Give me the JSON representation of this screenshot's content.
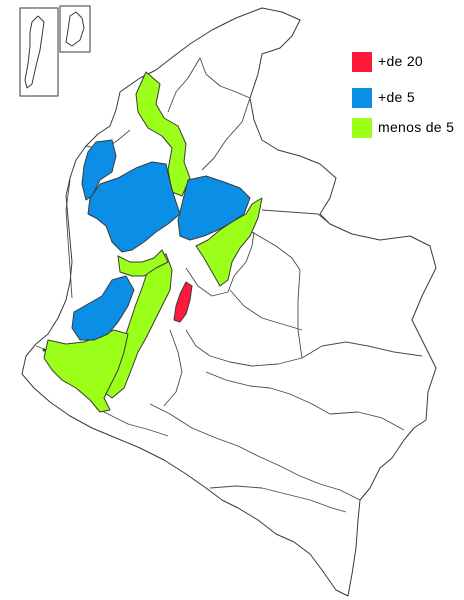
{
  "map": {
    "colors": {
      "background": "#ffffff",
      "outline": "#3a3a3a",
      "default_fill": "#ffffff"
    },
    "legend": [
      {
        "id": "mas-de-20",
        "label": "+de  20",
        "color": "#ff1a3c"
      },
      {
        "id": "mas-de-5",
        "label": "+de 5",
        "color": "#0a8ee6"
      },
      {
        "id": "menos-de-5",
        "label": "menos de 5",
        "color": "#9cff1a"
      }
    ]
  }
}
